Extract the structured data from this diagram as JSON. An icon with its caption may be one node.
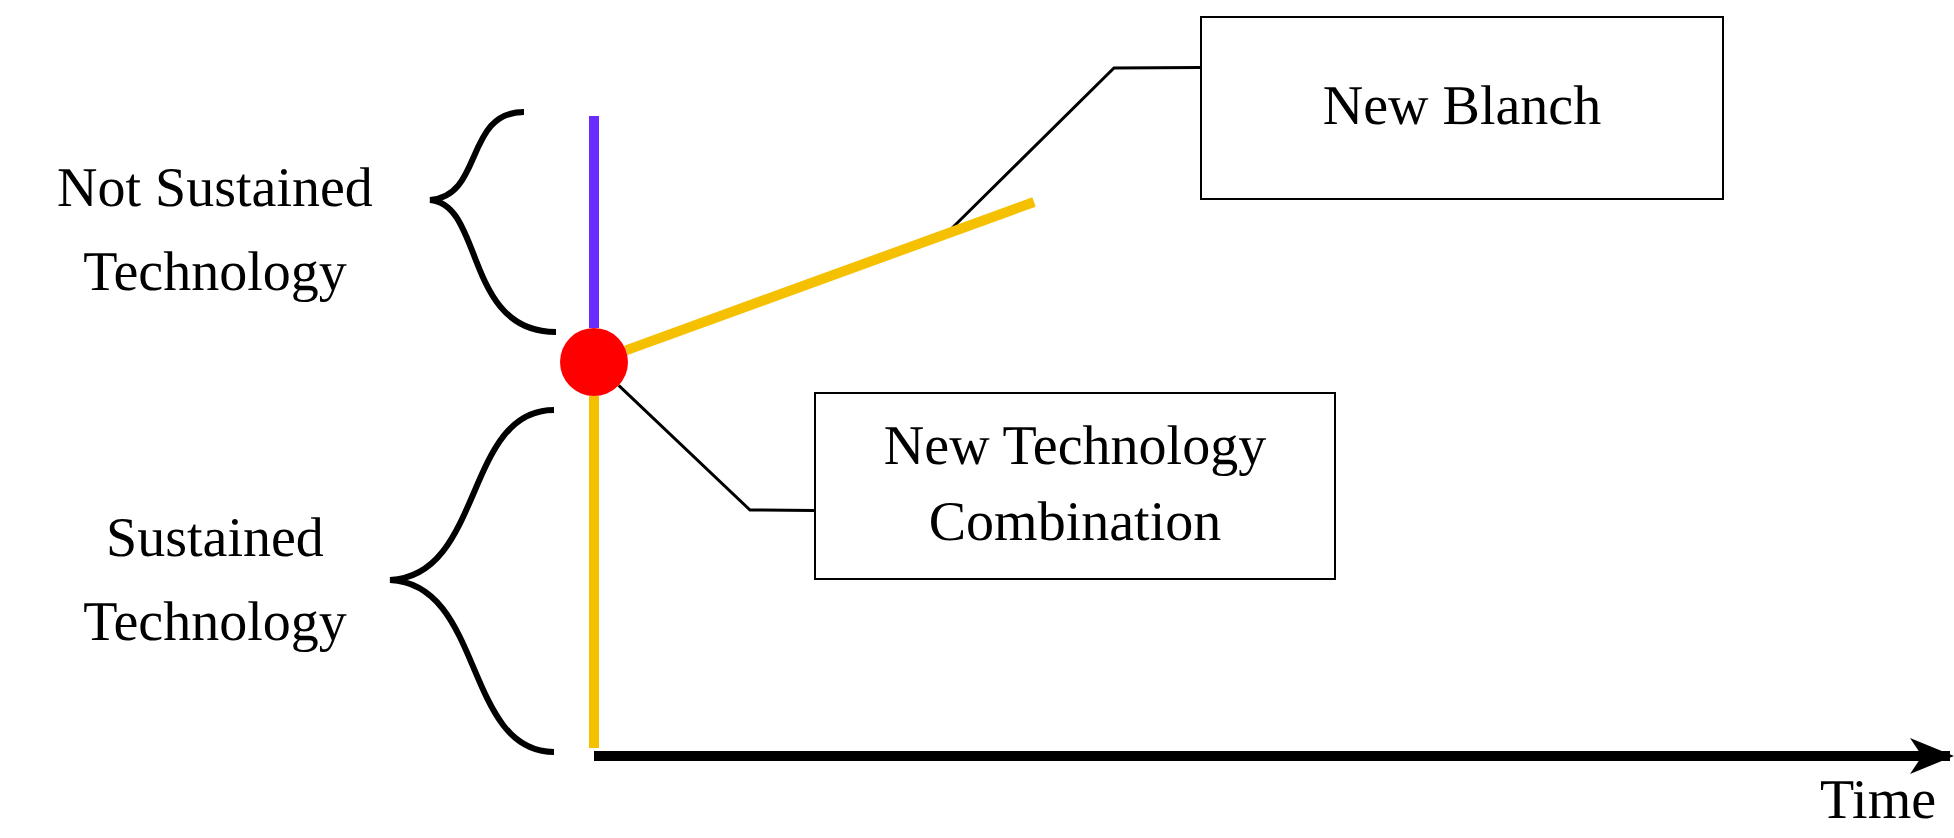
{
  "diagram": {
    "nodes": [
      {
        "text": [
          "New  Blanch"
        ]
      },
      {
        "text": [
          "New Technology Combination"
        ]
      },
      {
        "text": [],
        "shape": "circle"
      }
    ],
    "edges": [
      {
        "from": 0,
        "to": null,
        "arrow": "none"
      },
      {
        "from": 1,
        "to": 2,
        "arrow": "none"
      },
      {
        "from": 2,
        "to": null,
        "arrow": "none",
        "color": "#6a2bff"
      },
      {
        "from": 2,
        "to": null,
        "arrow": "none",
        "color": "#f5c000"
      },
      {
        "from": 2,
        "to": null,
        "arrow": "none",
        "color": "#f5c000"
      }
    ],
    "labels": [
      "Not Sustained Technology",
      "Sustained Technology",
      "Time"
    ]
  }
}
